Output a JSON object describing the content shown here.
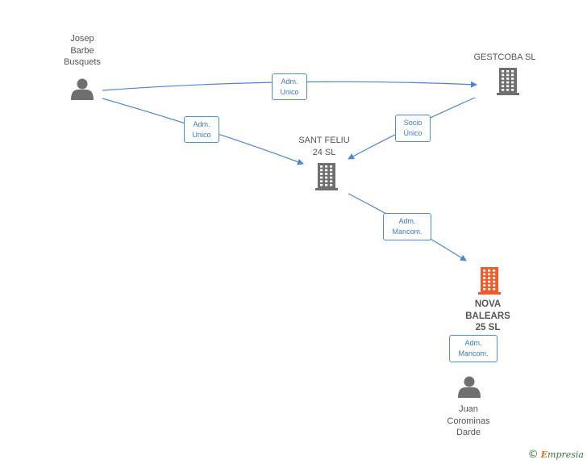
{
  "colors": {
    "edge": "#4a86d8",
    "node_icon": "#6f6f6f",
    "focus_icon": "#f25a2a",
    "label_border": "#4a90d9"
  },
  "nodes": {
    "josep": {
      "type": "person",
      "label": "Josep\nBarbe\nBusquets",
      "icon": "person-icon"
    },
    "gestcoba": {
      "type": "company",
      "label": "GESTCOBA SL",
      "icon": "building-icon"
    },
    "santfeliu": {
      "type": "company",
      "label": "SANT FELIU\n24 SL",
      "icon": "building-icon"
    },
    "nova": {
      "type": "company",
      "label": "NOVA\nBALEARS\n25 SL",
      "icon": "building-icon",
      "focus": true
    },
    "juan": {
      "type": "person",
      "label": "Juan\nCorominas\nDarde",
      "icon": "person-icon"
    }
  },
  "edges": [
    {
      "from": "josep",
      "to": "gestcoba",
      "label": "Adm.\nUnico"
    },
    {
      "from": "josep",
      "to": "santfeliu",
      "label": "Adm.\nUnico"
    },
    {
      "from": "gestcoba",
      "to": "santfeliu",
      "label": "Socio\nÚnico"
    },
    {
      "from": "santfeliu",
      "to": "nova",
      "label": "Adm.\nMancom."
    },
    {
      "from": "juan",
      "to": "nova",
      "label": "Adm.\nMancom."
    }
  ],
  "brand": {
    "copyright": "©",
    "name_initial": "E",
    "name_rest": "mpresia"
  }
}
